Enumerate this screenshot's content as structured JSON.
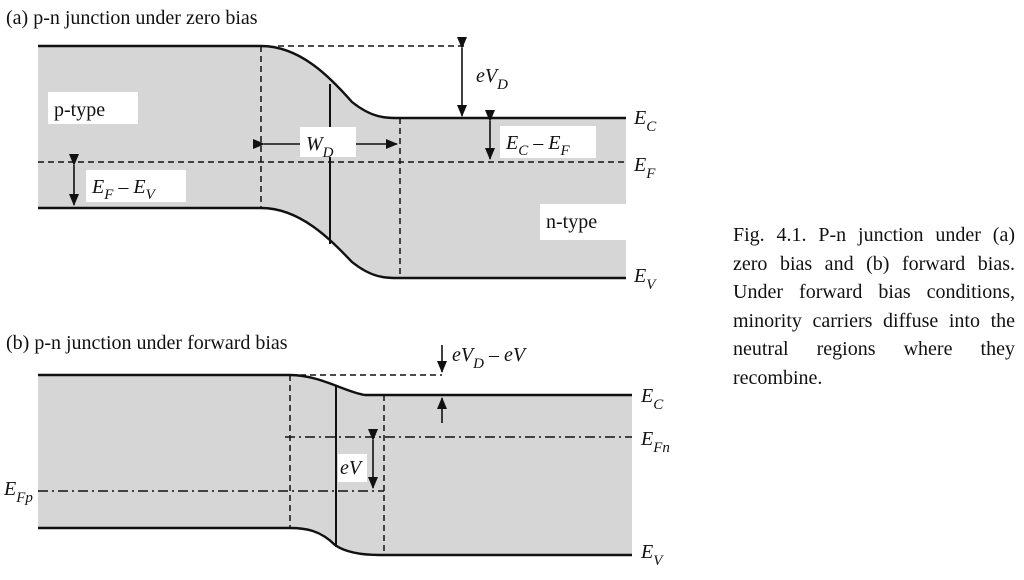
{
  "panel_a": {
    "title": "(a)  p-n junction under zero bias",
    "p_region": "p-type",
    "n_region": "n-type",
    "built_in": {
      "base": "eV",
      "sub": "D"
    },
    "depletion": {
      "base": "W",
      "sub": "D"
    },
    "ec_ef": {
      "a": "E",
      "a_sub": "C",
      "op": " – ",
      "b": "E",
      "b_sub": "F"
    },
    "ef_ev": {
      "a": "E",
      "a_sub": "F",
      "op": " – ",
      "b": "E",
      "b_sub": "V"
    },
    "level_ec": {
      "base": "E",
      "sub": "C"
    },
    "level_ef": {
      "base": "E",
      "sub": "F"
    },
    "level_ev": {
      "base": "E",
      "sub": "V"
    }
  },
  "panel_b": {
    "title": "(b)  p-n junction under forward bias",
    "barrier": {
      "base": "eV",
      "sub": "D",
      "rest": " – eV"
    },
    "applied": "eV",
    "level_ec": {
      "base": "E",
      "sub": "C"
    },
    "level_efn": {
      "base": "E",
      "sub": "Fn"
    },
    "level_efp": {
      "base": "E",
      "sub": "Fp"
    },
    "level_ev": {
      "base": "E",
      "sub": "V"
    }
  },
  "caption": "Fig. 4.1.  P-n junction under (a) zero bias and (b) forward bias.  Under forward bias conditions, minority carriers diffuse into the neutral regions where they recombine."
}
